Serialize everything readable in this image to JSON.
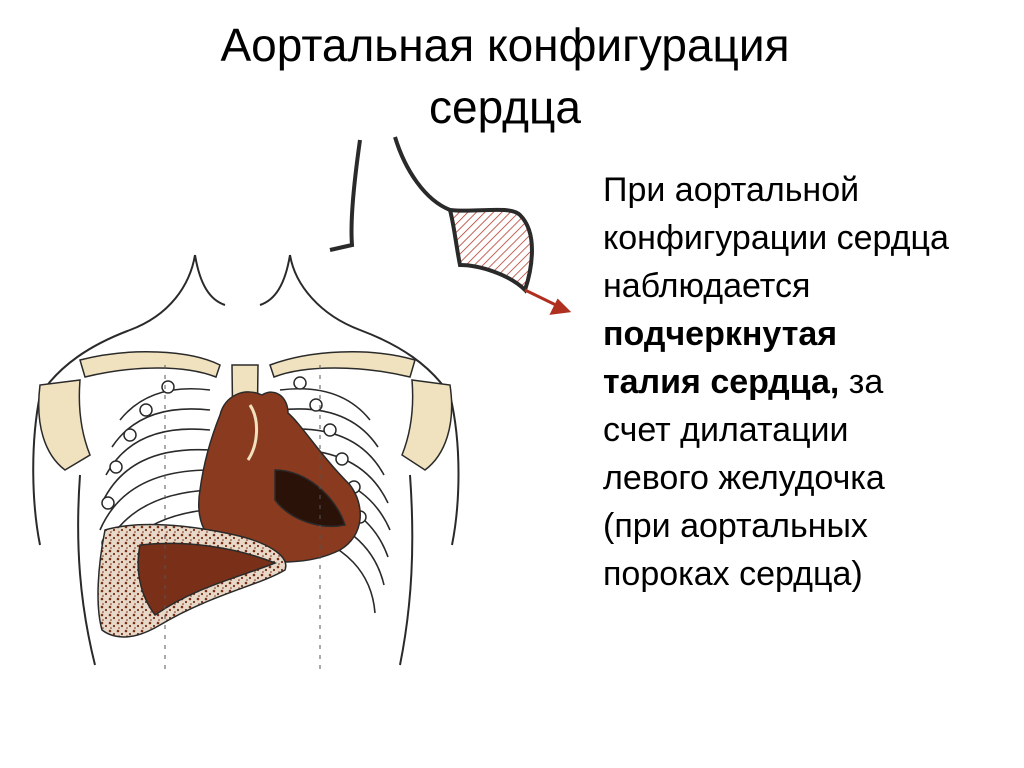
{
  "title": {
    "line1": "Аортальная конфигурация",
    "line2": "сердца"
  },
  "body": {
    "line1": "При аортальной",
    "line2": "конфигурации сердца",
    "line3": "наблюдается",
    "line4_bold": "подчеркнутая",
    "line5_bold": "талия сердца,",
    "line5_rest": " за",
    "line6": "счет дилатации",
    "line7": "левого желудочка",
    "line8": "(при аортальных",
    "line9": "пороках сердца)"
  },
  "colors": {
    "heart": "#8a3a1e",
    "heart_light": "#b85a35",
    "bone": "#f0e2bf",
    "outline": "#2a2a2a",
    "arrow": "#b03020"
  },
  "illustration": {
    "subject": "chest-silhouette-with-aortic-heart-configuration",
    "detail": "heart-waist-outline-with-arrow"
  }
}
